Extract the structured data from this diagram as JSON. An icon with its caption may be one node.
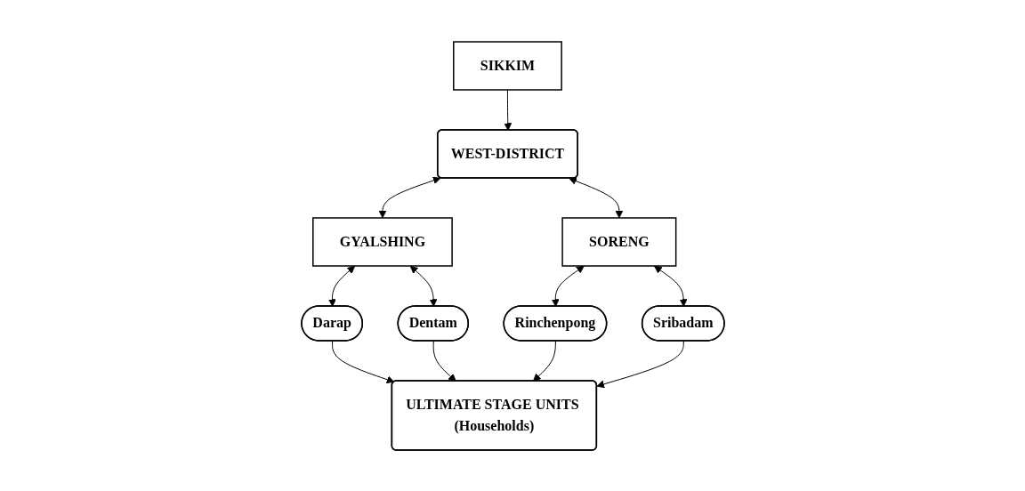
{
  "diagram": {
    "nodes": [
      {
        "text": [
          "SIKKIM"
        ]
      },
      {
        "text": [
          "WEST-DISTRICT"
        ]
      },
      {
        "text": [
          "GYALSHING"
        ]
      },
      {
        "text": [
          "SORENG"
        ]
      },
      {
        "text": [
          "Darap"
        ]
      },
      {
        "text": [
          "Dentam"
        ]
      },
      {
        "text": [
          "Rinchenpong"
        ]
      },
      {
        "text": [
          "Sribadam"
        ]
      },
      {
        "text": [
          "ULTIMATE STAGE UNITS (Households)"
        ]
      }
    ],
    "edges": [
      {
        "from": 0,
        "to": 1,
        "arrow": "to"
      },
      {
        "from": 1,
        "to": 2,
        "arrow": "both"
      },
      {
        "from": 1,
        "to": 3,
        "arrow": "both"
      },
      {
        "from": 2,
        "to": 4,
        "arrow": "both"
      },
      {
        "from": 2,
        "to": 5,
        "arrow": "both"
      },
      {
        "from": 3,
        "to": 6,
        "arrow": "both"
      },
      {
        "from": 3,
        "to": 7,
        "arrow": "both"
      },
      {
        "from": 4,
        "to": 8,
        "arrow": "to"
      },
      {
        "from": 5,
        "to": 8,
        "arrow": "to"
      },
      {
        "from": 6,
        "to": 8,
        "arrow": "to"
      },
      {
        "from": 7,
        "to": 8,
        "arrow": "to"
      }
    ]
  }
}
